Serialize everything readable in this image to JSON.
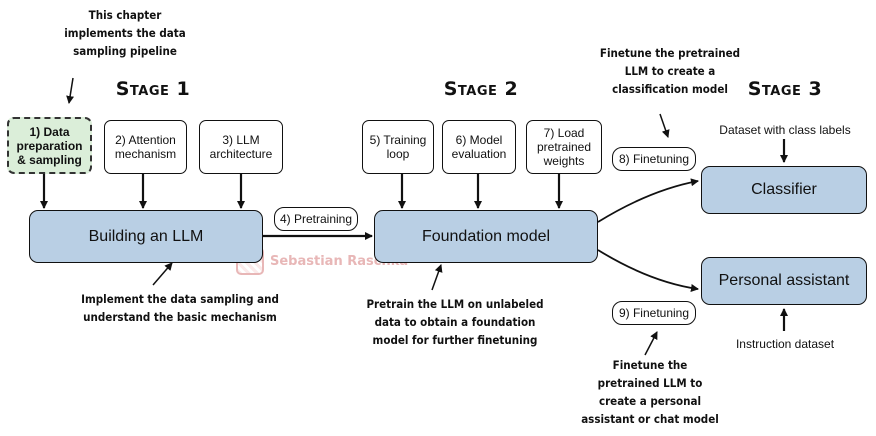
{
  "stages": {
    "stage1": "Stage 1",
    "stage2": "Stage 2",
    "stage3": "Stage 3"
  },
  "notes": {
    "chapter": "This chapter\nimplements the data\nsampling pipeline",
    "implement": "Implement the data sampling and\nunderstand the basic mechanism",
    "pretrain": "Pretrain the LLM on unlabeled\ndata to obtain a foundation\nmodel for further finetuning",
    "finetune_classify": "Finetune the pretrained\nLLM to create a\nclassification model",
    "finetune_personal": "Finetune the\npretrained LLM to\ncreate a personal\nassistant or chat model"
  },
  "steps": {
    "step1": "1) Data\npreparation\n& sampling",
    "step2": "2) Attention\nmechanism",
    "step3": "3) LLM\narchitecture",
    "step4": "4) Pretraining",
    "step5": "5) Training\nloop",
    "step6": "6) Model\nevaluation",
    "step7": "7) Load\npretrained\nweights",
    "step8": "8) Finetuning",
    "step9": "9) Finetuning"
  },
  "boxes": {
    "building": "Building an LLM",
    "foundation": "Foundation model",
    "classifier": "Classifier",
    "assistant": "Personal assistant"
  },
  "labels": {
    "class_dataset": "Dataset with class labels",
    "instruction_dataset": "Instruction dataset"
  },
  "watermark": "Sebastian Raschka",
  "colors": {
    "box_blue": "#b9cfe4",
    "highlight_green": "#dbeed9",
    "watermark": "#e8b7b7"
  }
}
